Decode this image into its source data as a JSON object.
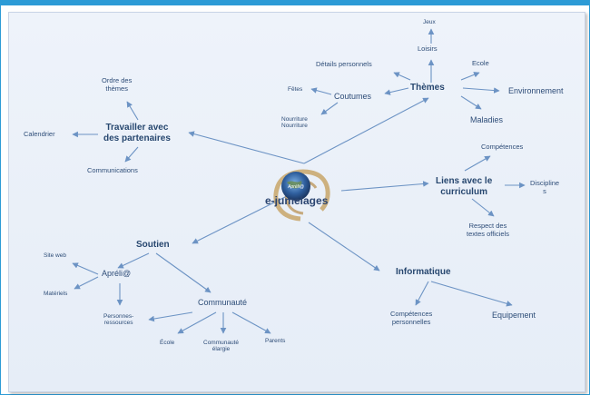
{
  "center": {
    "label": "e-jumelages",
    "logo_text": "Apréli@"
  },
  "themes": {
    "title": "Thèmes",
    "jeux": "Jeux",
    "loisirs": "Loisirs",
    "details": "Détails personnels",
    "coutumes": "Coutumes",
    "fetes": "Fêtes",
    "nourriture": "Nourriture\nNourriture",
    "ecole": "Ecole",
    "environnement": "Environnement",
    "maladies": "Maladies"
  },
  "partenaires": {
    "title": "Travailler avec\ndes partenaires",
    "ordre": "Ordre des\nthèmes",
    "calendrier": "Calendrier",
    "communications": "Communications"
  },
  "curriculum": {
    "title": "Liens avec le\ncurriculum",
    "competences": "Compétences",
    "disciplines": "Discipline\ns",
    "respect": "Respect des\ntextes officiels"
  },
  "soutien": {
    "title": "Soutien",
    "apreli": "Apréli@",
    "siteweb": "Site web",
    "materiels": "Matériels",
    "personnes": "Personnes-\nressources",
    "communaute": "Communauté",
    "ecole": "École",
    "communaute_elargie": "Communauté\nélargie",
    "parents": "Parents"
  },
  "informatique": {
    "title": "Informatique",
    "competences_perso": "Compétences\npersonnelles",
    "equipement": "Equipement"
  },
  "colors": {
    "frame": "#2d9bd6",
    "line": "#6c93c4",
    "text": "#2e4d78"
  }
}
